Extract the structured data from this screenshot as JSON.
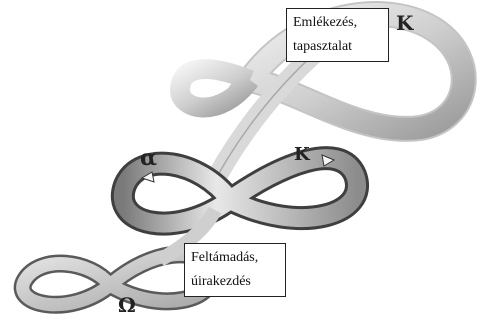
{
  "labels": {
    "memory_line1": "Emlékezés,",
    "memory_line2": "tapasztalat",
    "rebirth_line1": "Feltámadás,",
    "rebirth_line2": "úirakezdés"
  },
  "symbols": {
    "kappa_top": "K",
    "kappa_middle": "K",
    "alpha": "α",
    "omega": "Ω"
  },
  "colors": {
    "ribbon_light": "#e6e6e6",
    "ribbon_mid": "#b9b9b9",
    "ribbon_dark": "#4a4a4a",
    "text": "#111111"
  }
}
